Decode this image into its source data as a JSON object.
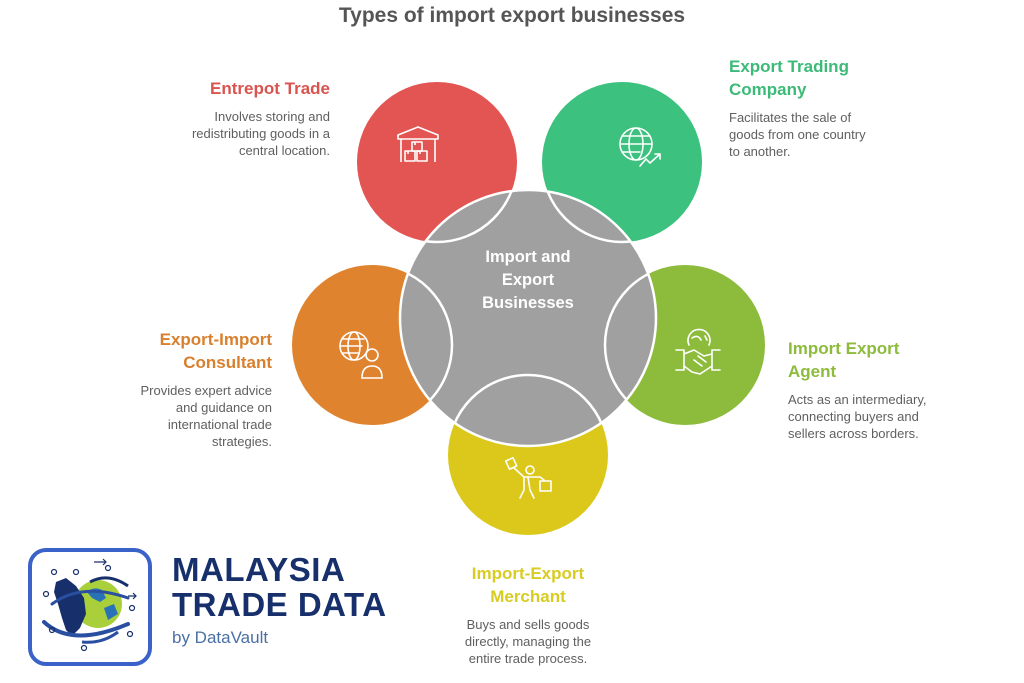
{
  "title": "Types of import export businesses",
  "center": {
    "label_line1": "Import and",
    "label_line2": "Export",
    "label_line3": "Businesses",
    "color": "#a0a0a0"
  },
  "nodes": [
    {
      "id": "entrepot-trade",
      "title": "Entrepot Trade",
      "description_lines": [
        "Involves storing and",
        "redistributing goods in a",
        "central location."
      ],
      "color": "#e25553",
      "icon": "warehouse-boxes-icon"
    },
    {
      "id": "export-trading-company",
      "title_lines": [
        "Export Trading",
        "Company"
      ],
      "description_lines": [
        "Facilitates the sale of",
        "goods from one country",
        "to another."
      ],
      "color": "#3cc17e",
      "icon": "globe-trend-icon"
    },
    {
      "id": "export-import-consultant",
      "title_lines": [
        "Export-Import",
        "Consultant"
      ],
      "description_lines": [
        "Provides expert advice",
        "and guidance on",
        "international trade",
        "strategies."
      ],
      "color": "#e0832f",
      "icon": "globe-person-icon"
    },
    {
      "id": "import-export-agent",
      "title_lines": [
        "Import Export",
        "Agent"
      ],
      "description_lines": [
        "Acts as an intermediary,",
        "connecting buyers and",
        "sellers across borders."
      ],
      "color": "#8dbb3c",
      "icon": "globe-handshake-icon"
    },
    {
      "id": "import-export-merchant",
      "title_lines": [
        "Import-Export",
        "Merchant"
      ],
      "description_lines": [
        "Buys and sells goods",
        "directly, managing the",
        "entire trade process."
      ],
      "color": "#dcc81b",
      "icon": "merchant-person-icon"
    }
  ],
  "label_colors": {
    "entrepot": "#d9534f",
    "export_trading": "#3cba78",
    "consultant": "#d9802e",
    "agent": "#8dbb3c",
    "merchant": "#d8cc22"
  },
  "branding": {
    "line1": "MALAYSIA",
    "line2": "TRADE DATA",
    "subtitle": "by DataVault"
  }
}
